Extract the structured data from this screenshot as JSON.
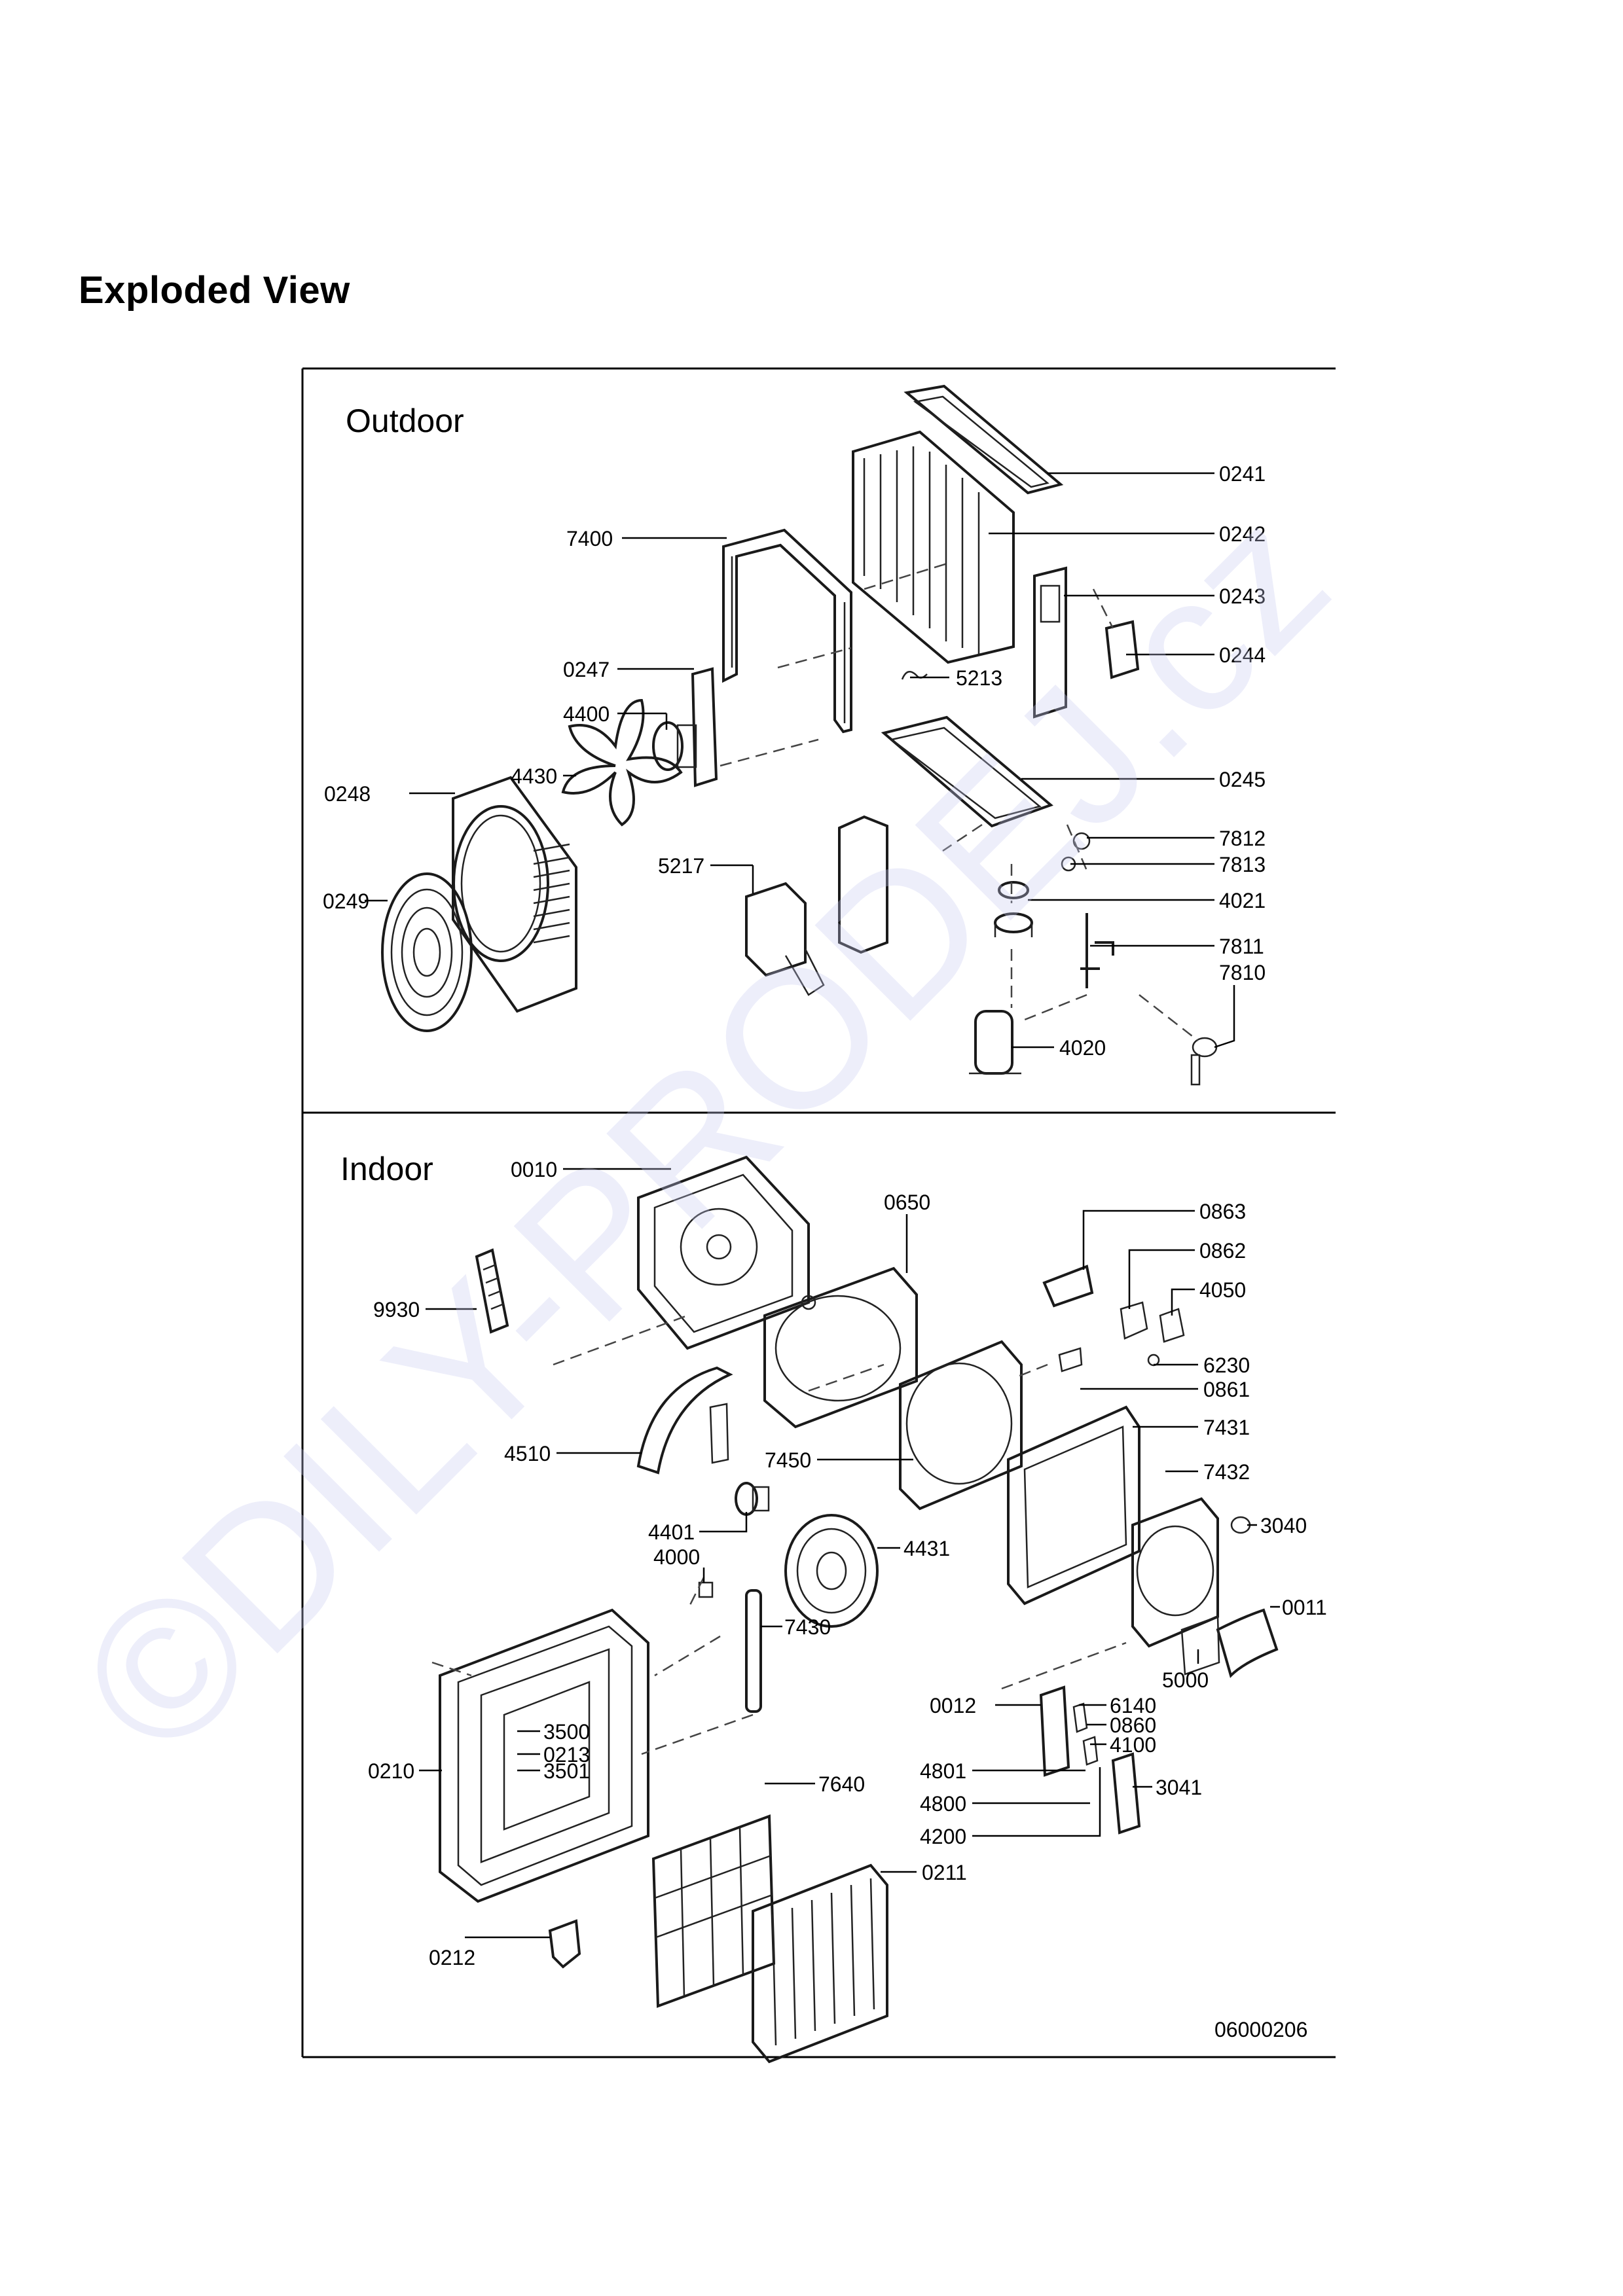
{
  "page_title": "Exploded View",
  "sections": {
    "outdoor": "Outdoor",
    "indoor": "Indoor"
  },
  "drawing_code": "06000206",
  "watermark": "©DILY-PRODEJ.cz",
  "outdoor_labels": [
    "0241",
    "0242",
    "7400",
    "0243",
    "0244",
    "0247",
    "5213",
    "4400",
    "0245",
    "4430",
    "0248",
    "7812",
    "7813",
    "5217",
    "4021",
    "0249",
    "7811",
    "7810",
    "4020"
  ],
  "indoor_labels": [
    "0010",
    "0650",
    "0863",
    "0862",
    "9930",
    "4050",
    "6230",
    "0861",
    "7431",
    "4510",
    "7450",
    "7432",
    "3040",
    "4401",
    "4431",
    "4000",
    "7430",
    "0011",
    "5000",
    "0012",
    "6140",
    "3500",
    "0860",
    "0213",
    "4100",
    "3501",
    "0210",
    "4801",
    "3041",
    "7640",
    "4800",
    "4200",
    "0211",
    "0212"
  ],
  "colors": {
    "watermark": "#c8cbf2",
    "ink": "#000000"
  }
}
